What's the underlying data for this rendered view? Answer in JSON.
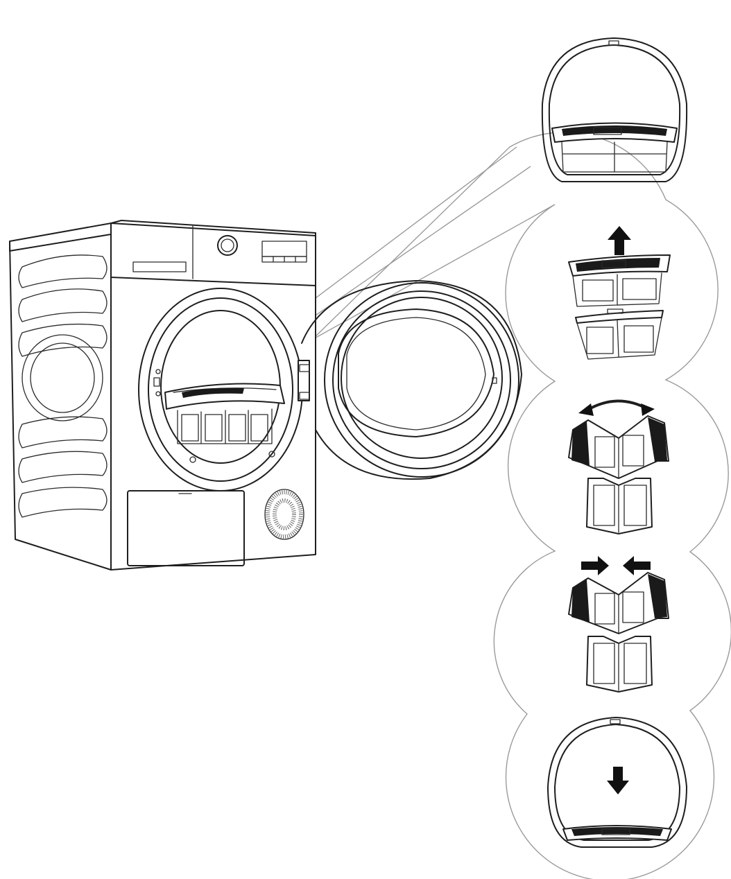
{
  "figure": {
    "kind": "instruction-diagram",
    "subject": "dryer-filter-cleaning",
    "step_count": 5,
    "steps": [
      {
        "id": 1,
        "icon": "filter-in-door-icon"
      },
      {
        "id": 2,
        "icon": "filter-lift-out-icon"
      },
      {
        "id": 3,
        "icon": "filter-open-icon"
      },
      {
        "id": 4,
        "icon": "filter-close-icon"
      },
      {
        "id": 5,
        "icon": "filter-reinsert-icon"
      }
    ],
    "colors": {
      "line": "#1e1e1e",
      "bubble_outline": "#9a9a9a",
      "background": "#ffffff"
    }
  }
}
